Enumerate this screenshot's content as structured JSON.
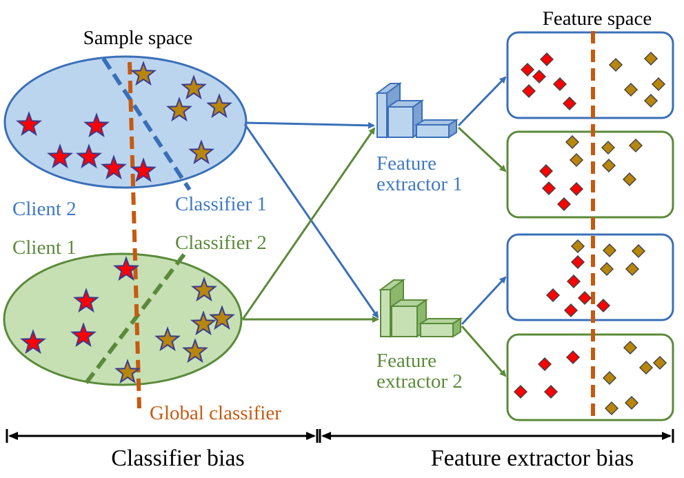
{
  "labels": {
    "sample_space": "Sample space",
    "feature_space": "Feature space",
    "client2": "Client 2",
    "client1": "Client 1",
    "classifier1": "Classifier 1",
    "classifier2": "Classifier 2",
    "global_classifier": "Global classifier",
    "fe1_line1": "Feature",
    "fe1_line2": "extractor 1",
    "fe2_line1": "Feature",
    "fe2_line2": "extractor 2",
    "classifier_bias": "Classifier bias",
    "feature_extractor_bias": "Feature extractor bias"
  },
  "colors": {
    "blue": "#3a6fb8",
    "blue_text": "#3f79c2",
    "blue_fill": "#bcd5ef",
    "green": "#5a8a3a",
    "green_text": "#5b8a3b",
    "green_fill": "#c6e0b4",
    "orange": "#c55a11",
    "star_red": "#ff0000",
    "star_gold": "#b8860b",
    "star_outline": "#3b3b8f"
  },
  "icons": {
    "feature_extractor": "stacked-blocks-icon",
    "class_a_marker": "red-star / red-diamond",
    "class_b_marker": "gold-star / gold-diamond"
  }
}
